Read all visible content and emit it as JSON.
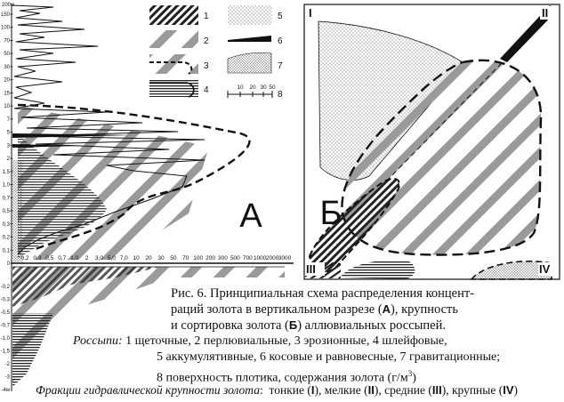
{
  "figure": {
    "caption_line1": "Рис. 6. Принципиальная схема распределения концент-",
    "caption_line2a": "раций золота в вертикальном разрезе (",
    "caption_line2b": "),  крупность",
    "caption_line3a": "и  сортировка  золота  (",
    "caption_line3b": ")  аллювиальных  россыпей.",
    "panel_a": "А",
    "panel_b": "Б"
  },
  "placers": {
    "heading": "Россыпи:",
    "line1": "1  щеточные,  2 перлювиальные,  3  эрозионные,  4  шлейфовые,",
    "line2": "5  аккумулятивные, 6  косовые и равновесные, 7  гравитационные;",
    "line3": "8  поверхность плотика, содержания золота (г/м",
    "line3_sup": "3",
    "line3_end": ")"
  },
  "fractions": {
    "heading": "Фракции гидравлической крупности золота",
    "colon": ":",
    "fine": "тонкие (",
    "I": "I",
    "small": "), мелкие (",
    "II": "II",
    "medium": "),  средние (",
    "III": "III",
    "large": "), крупные (",
    "IV": "IV",
    "end": ")"
  },
  "legend": {
    "n1": "1",
    "n2": "2",
    "n3": "3",
    "n4": "4",
    "n5": "5",
    "n6": "6",
    "n7": "7",
    "n8": "8",
    "scale_ticks": [
      "10",
      "20",
      "30",
      "50"
    ]
  },
  "depth_axis": {
    "top_label": "200м",
    "upper_ticks": [
      "150",
      "100",
      "70",
      "50",
      "30",
      "20",
      "15",
      "10",
      "7",
      "5",
      "3",
      "2",
      "1,5",
      "1,0",
      "0,7",
      "0,5",
      "0,3",
      "0,2",
      "0,1",
      "0"
    ],
    "lower_ticks": [
      "-0,2",
      "-0,3",
      "-0,5",
      "-0,7",
      "-1,0",
      "-1,5",
      "-2",
      "-3",
      "-4м"
    ]
  },
  "concentration_axis": {
    "ticks": [
      "0,2",
      "0,3",
      "0,5",
      "0,7",
      "1,0",
      "2",
      "3,0",
      "5,0",
      "7,0",
      "10",
      "20",
      "30",
      "50",
      "70",
      "100",
      "200",
      "300",
      "500",
      "700",
      "1000",
      "2000",
      "3000"
    ]
  },
  "corners": {
    "I": "I",
    "II": "II",
    "III": "III",
    "IV": "IV"
  },
  "colors": {
    "ink": "#111111",
    "hatch": "#9a9a9a",
    "paper": "#ffffff"
  }
}
